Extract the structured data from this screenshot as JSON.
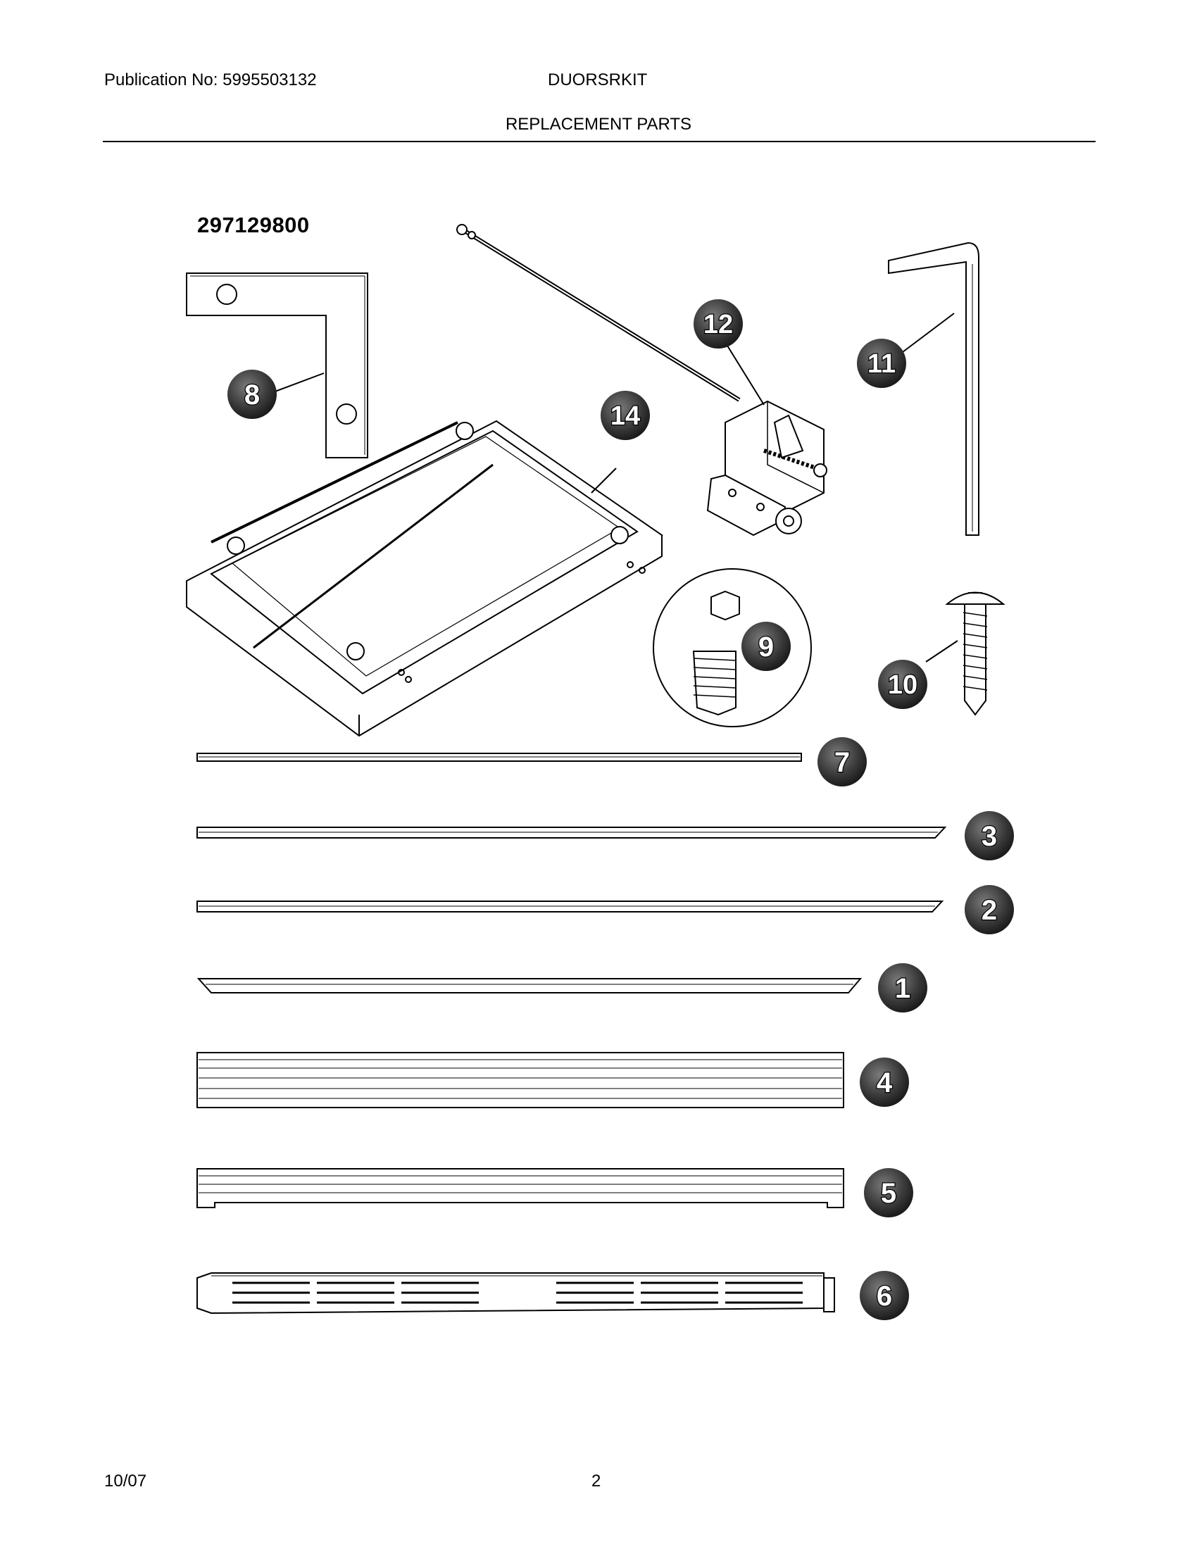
{
  "header": {
    "publication": "Publication No: 5995503132",
    "model": "DUORSRKIT",
    "section": "REPLACEMENT PARTS"
  },
  "kit_number": "297129800",
  "callouts": [
    "1",
    "2",
    "3",
    "4",
    "5",
    "6",
    "7",
    "8",
    "9",
    "10",
    "11",
    "12",
    "14"
  ],
  "footer": {
    "date": "10/07",
    "page": "2"
  }
}
